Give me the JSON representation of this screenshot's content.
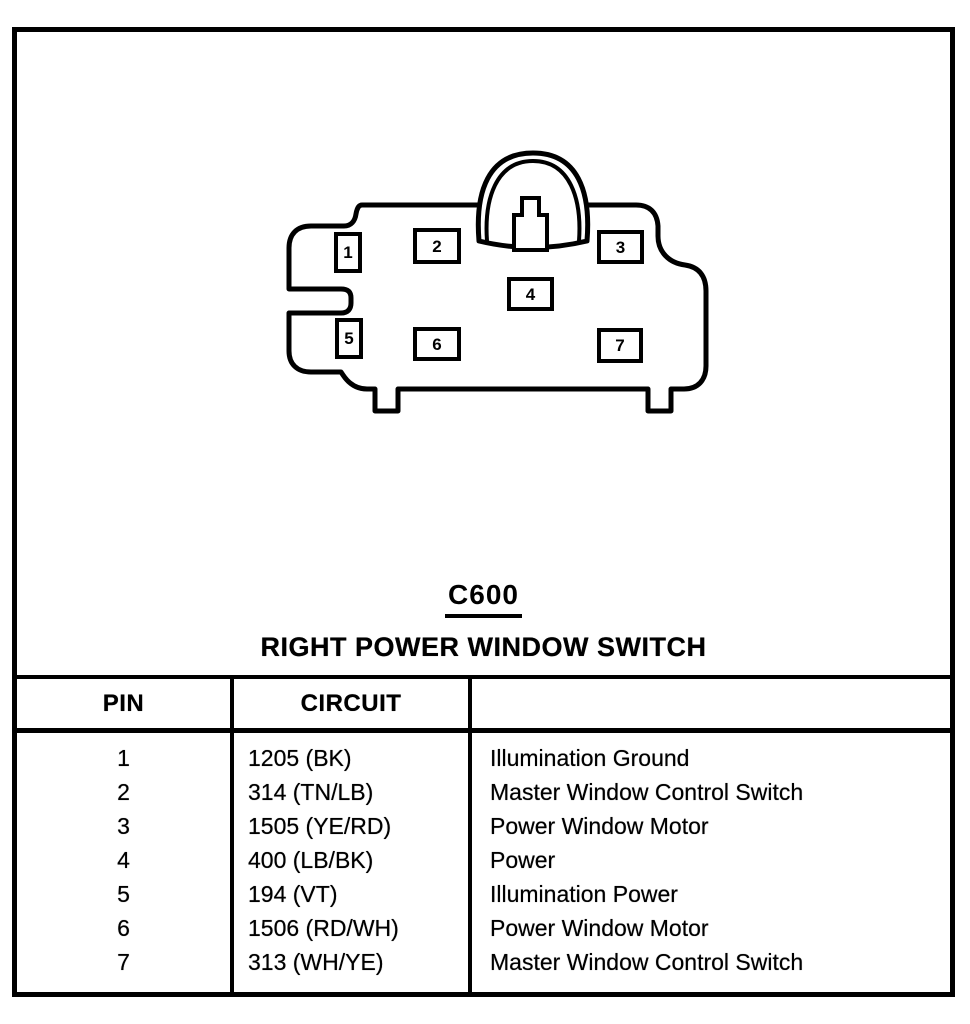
{
  "page": {
    "background": "#ffffff",
    "ink": "#000000"
  },
  "connector": {
    "id_label": "C600",
    "title": "RIGHT POWER WINDOW SWITCH",
    "pins": [
      "1",
      "2",
      "3",
      "4",
      "5",
      "6",
      "7"
    ]
  },
  "table": {
    "headers": {
      "pin": "PIN",
      "circuit": "CIRCUIT",
      "description": ""
    },
    "rows": [
      {
        "pin": "1",
        "circuit": "1205 (BK)",
        "description": "Illumination Ground"
      },
      {
        "pin": "2",
        "circuit": "314 (TN/LB)",
        "description": "Master Window Control Switch"
      },
      {
        "pin": "3",
        "circuit": "1505 (YE/RD)",
        "description": "Power Window Motor"
      },
      {
        "pin": "4",
        "circuit": "400 (LB/BK)",
        "description": "Power"
      },
      {
        "pin": "5",
        "circuit": "194 (VT)",
        "description": "Illumination Power"
      },
      {
        "pin": "6",
        "circuit": "1506 (RD/WH)",
        "description": "Power Window Motor"
      },
      {
        "pin": "7",
        "circuit": "313 (WH/YE)",
        "description": "Master Window Control Switch"
      }
    ]
  }
}
